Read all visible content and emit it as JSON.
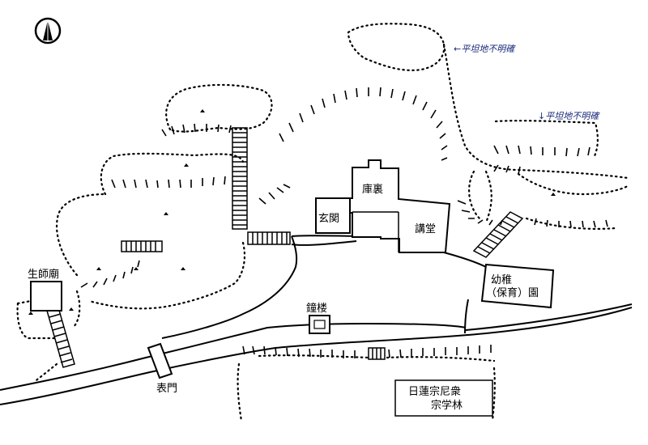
{
  "map": {
    "labels": {
      "kuri": "庫裏",
      "genkan": "玄関",
      "kodo": "講堂",
      "yochien_1": "幼稚",
      "yochien_2": "（保育）園",
      "shoro": "鐘楼",
      "sei_shibyo": "生師廟",
      "omotemon": "表門",
      "school_1": "日蓮宗尼衆",
      "school_2": "宗学林"
    },
    "notes": {
      "top": "←平坦地不明確",
      "mid": "↓平坦地不明確"
    },
    "compass": "north-arrow"
  }
}
